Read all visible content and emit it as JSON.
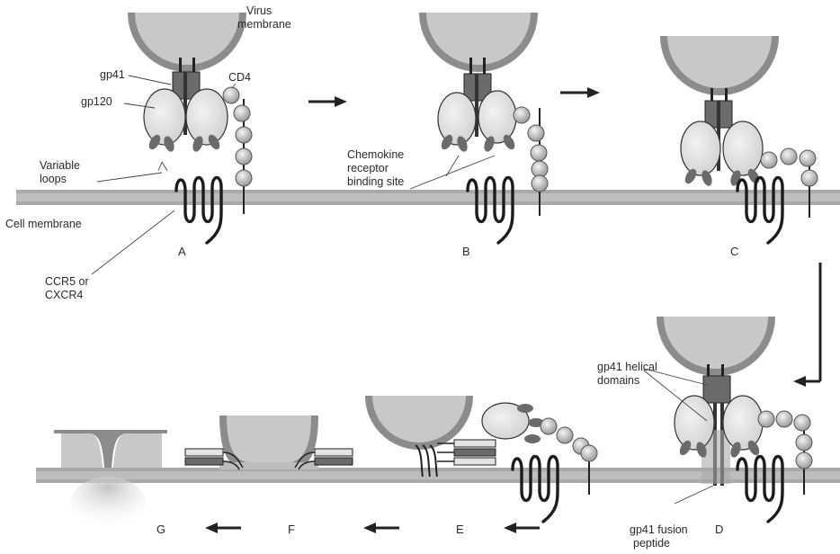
{
  "labels": {
    "virus_membrane_1": "Virus",
    "virus_membrane_2": "membrane",
    "gp41": "gp41",
    "gp120": "gp120",
    "cd4": "CD4",
    "variable_loops_1": "Variable",
    "variable_loops_2": "loops",
    "cell_membrane": "Cell membrane",
    "ccr5_1": "CCR5 or",
    "ccr5_2": "CXCR4",
    "chemokine_1": "Chemokine",
    "chemokine_2": "receptor",
    "chemokine_3": "binding site",
    "gp41_helical_1": "gp41 helical",
    "gp41_helical_2": "domains",
    "gp41_fusion_1": "gp41 fusion",
    "gp41_fusion_2": "peptide"
  },
  "steps": {
    "a": "A",
    "b": "B",
    "c": "C",
    "d": "D",
    "e": "E",
    "f": "F",
    "g": "G"
  },
  "colors": {
    "membrane_gray": "#a9a9a9",
    "virus_fill": "#c8c8c8",
    "protein_light": "#e3e3e3",
    "protein_dark": "#6b6b6b",
    "line_dark": "#222222"
  }
}
